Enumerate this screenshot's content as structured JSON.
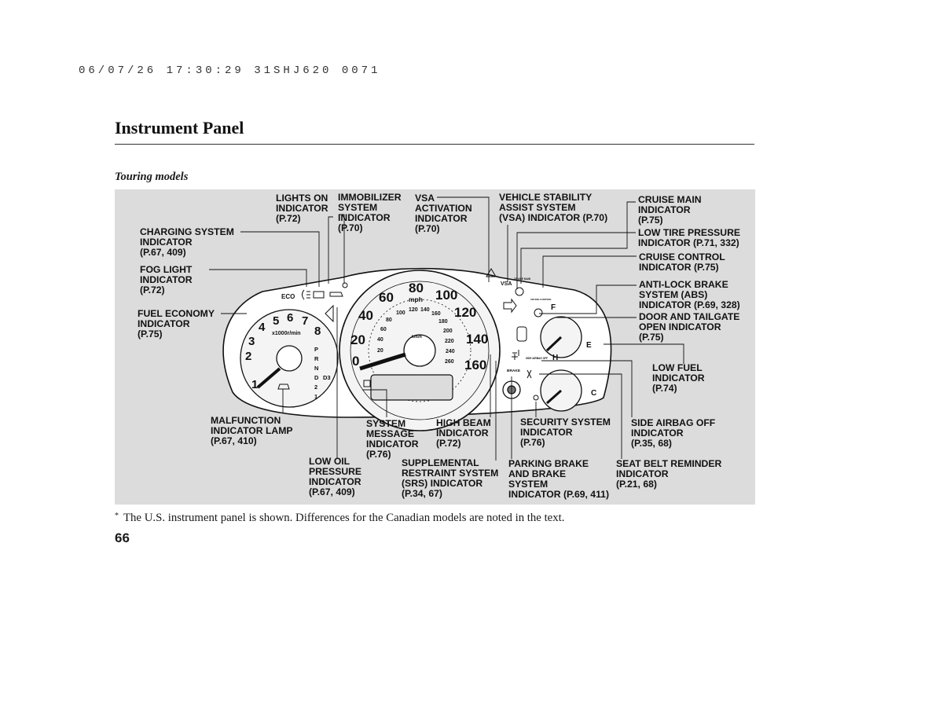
{
  "print_stamp": "06/07/26  17:30:29  31SHJ620  0071",
  "title": "Instrument Panel",
  "subheading": "Touring models",
  "footnote": {
    "mark": "*",
    "text": "The U.S. instrument panel is shown. Differences for the Canadian models are noted in the text."
  },
  "page_number": "66",
  "callouts": {
    "lights_on": [
      "LIGHTS ON",
      "INDICATOR",
      "(P.72)"
    ],
    "immobilizer": [
      "IMMOBILIZER",
      "SYSTEM",
      "INDICATOR",
      "(P.70)"
    ],
    "vsa_activation": [
      "VSA",
      "ACTIVATION",
      "INDICATOR",
      "(P.70)"
    ],
    "vsa_indicator": [
      "VEHICLE STABILITY",
      "ASSIST SYSTEM",
      "(VSA) INDICATOR (P.70)"
    ],
    "cruise_main": [
      "CRUISE MAIN",
      "INDICATOR",
      "(P.75)"
    ],
    "low_tire": [
      "LOW TIRE PRESSURE",
      "INDICATOR (P.71, 332)"
    ],
    "cruise_control": [
      "CRUISE CONTROL",
      "INDICATOR (P.75)"
    ],
    "abs": [
      "ANTI-LOCK BRAKE",
      "SYSTEM (ABS)",
      "INDICATOR (P.69, 328)"
    ],
    "door_tailgate": [
      "DOOR AND TAILGATE",
      "OPEN INDICATOR",
      "(P.75)"
    ],
    "charging": [
      "CHARGING SYSTEM",
      "INDICATOR",
      "(P.67, 409)"
    ],
    "fog_light": [
      "FOG LIGHT",
      "INDICATOR",
      "(P.72)"
    ],
    "fuel_economy": [
      "FUEL ECONOMY",
      "INDICATOR",
      "(P.75)"
    ],
    "low_fuel": [
      "LOW FUEL",
      "INDICATOR",
      "(P.74)"
    ],
    "malfunction": [
      "MALFUNCTION",
      "INDICATOR LAMP",
      "(P.67, 410)"
    ],
    "system_message": [
      "SYSTEM",
      "MESSAGE",
      "INDICATOR",
      "(P.76)"
    ],
    "high_beam": [
      "HIGH BEAM",
      "INDICATOR",
      "(P.72)"
    ],
    "security": [
      "SECURITY SYSTEM",
      "INDICATOR",
      "(P.76)"
    ],
    "side_airbag": [
      "SIDE AIRBAG OFF",
      "INDICATOR",
      "(P.35, 68)"
    ],
    "low_oil": [
      "LOW OIL",
      "PRESSURE",
      "INDICATOR",
      "(P.67, 409)"
    ],
    "srs": [
      "SUPPLEMENTAL",
      "RESTRAINT SYSTEM",
      "(SRS) INDICATOR",
      "(P.34, 67)"
    ],
    "parking_brake": [
      "PARKING BRAKE",
      "AND BRAKE",
      "SYSTEM",
      "INDICATOR (P.69, 411)"
    ],
    "seat_belt": [
      "SEAT BELT REMINDER",
      "INDICATOR",
      "(P.21, 68)"
    ]
  },
  "gauges": {
    "tach_numbers": [
      "1",
      "2",
      "3",
      "4",
      "5",
      "6",
      "7",
      "8"
    ],
    "tach_unit": "x1000r/min",
    "eco": "ECO",
    "gear_positions": [
      "P",
      "R",
      "N",
      "D",
      "D3",
      "2",
      "1"
    ],
    "speed_mph": [
      "0",
      "20",
      "40",
      "60",
      "80",
      "100",
      "120",
      "140",
      "160"
    ],
    "speed_unit": "mph",
    "speed_kmh": [
      "20",
      "40",
      "60",
      "80",
      "100",
      "120",
      "140",
      "160",
      "180",
      "200",
      "220",
      "240",
      "260"
    ],
    "kmh_unit": "km/h",
    "fuel_f": "F",
    "fuel_e": "E",
    "temp_h": "H",
    "temp_c": "C",
    "vsa_badge": "VSA",
    "brake_badge": "BRAKE",
    "cruise_main_badge": "CRUISE MAIN",
    "cruise_control_badge": "CRUISE CONTROL",
    "side_airbag_badge": "SIDE AIRBAG OFF"
  }
}
